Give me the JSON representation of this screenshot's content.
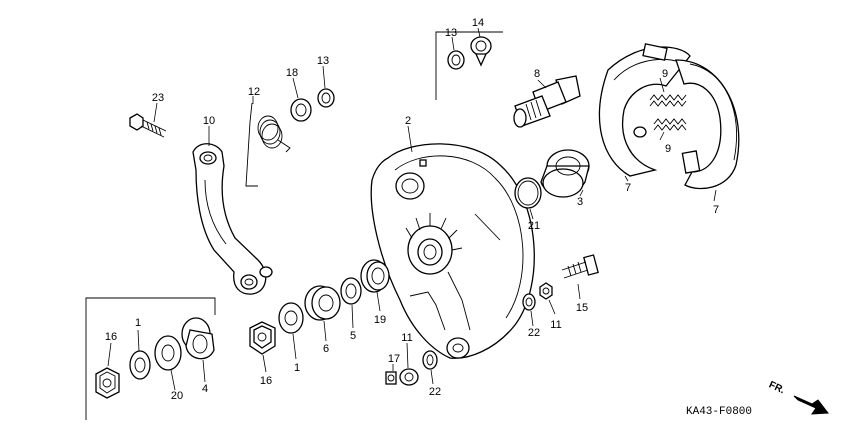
{
  "drawing_code": "KA43-F0800",
  "direction_marker": "FR.",
  "part_labels": {
    "p23": "23",
    "p10": "10",
    "p12": "12",
    "p18": "18",
    "p13a": "13",
    "p13b": "13",
    "p14": "14",
    "p2": "2",
    "p8": "8",
    "p9a": "9",
    "p9b": "9",
    "p7a": "7",
    "p7b": "7",
    "p3": "3",
    "p21": "21",
    "p19": "19",
    "p5": "5",
    "p6": "6",
    "p1a": "1",
    "p16a": "16",
    "p15": "15",
    "p11a": "11",
    "p22a": "22",
    "p11b": "11",
    "p17": "17",
    "p22b": "22",
    "p16b": "16",
    "p1b": "1",
    "p20": "20",
    "p4": "4"
  }
}
